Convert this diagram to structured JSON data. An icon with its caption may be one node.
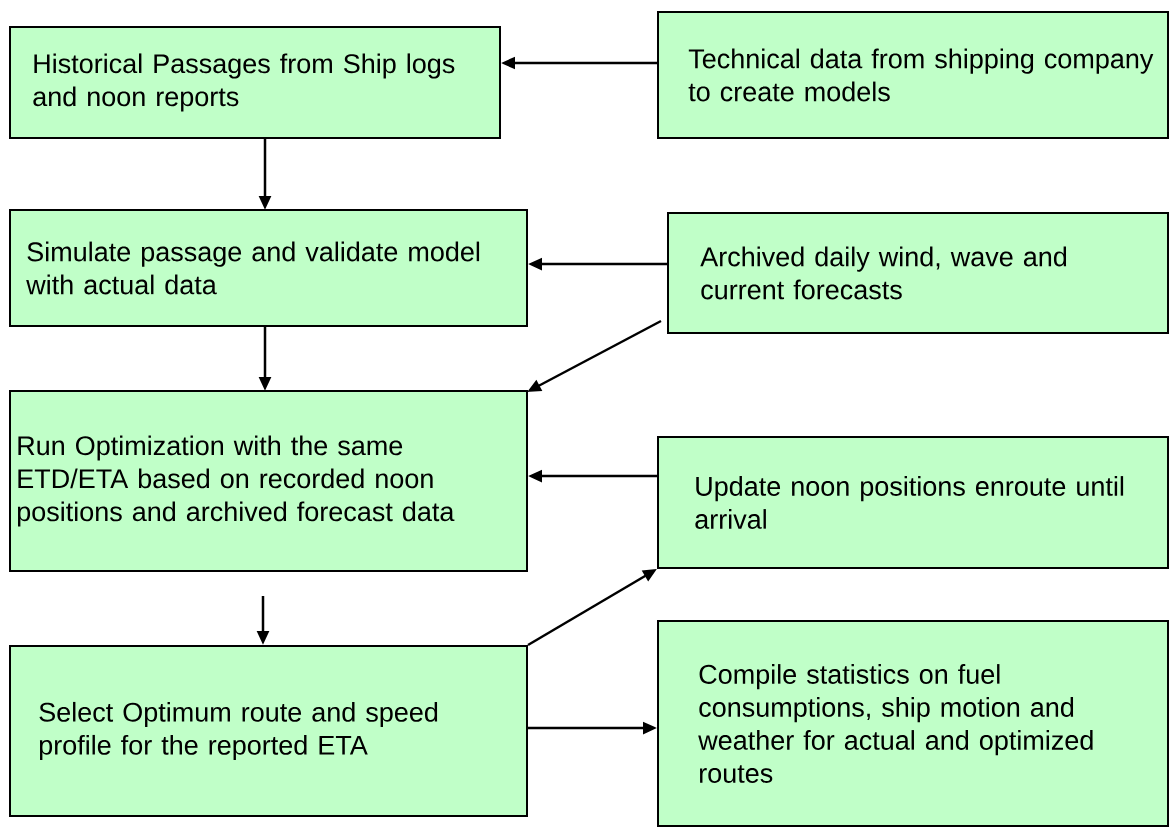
{
  "diagram": {
    "nodes": [
      {
        "text": [
          "Historical Passages from Ship logs and noon reports"
        ]
      },
      {
        "text": [
          "Technical data from shipping company to create models"
        ]
      },
      {
        "text": [
          "Simulate passage and validate model with actual data"
        ]
      },
      {
        "text": [
          "Archived daily wind, wave and current forecasts"
        ]
      },
      {
        "text": [
          "Run Optimization with the same ETD/ETA based on recorded noon positions and archived forecast data"
        ]
      },
      {
        "text": [
          "Update noon positions enroute until arrival"
        ]
      },
      {
        "text": [
          "Select Optimum route and speed profile for the reported ETA"
        ]
      },
      {
        "text": [
          "Compile statistics on fuel consumptions, ship motion and weather for actual and optimized routes"
        ]
      }
    ],
    "edges": [
      {
        "from": 1,
        "to": 0,
        "arrow": "to"
      },
      {
        "from": 0,
        "to": 2,
        "arrow": "to"
      },
      {
        "from": 3,
        "to": 2,
        "arrow": "to"
      },
      {
        "from": 3,
        "to": 4,
        "arrow": "to"
      },
      {
        "from": 2,
        "to": 4,
        "arrow": "to"
      },
      {
        "from": 5,
        "to": 4,
        "arrow": "to"
      },
      {
        "from": 4,
        "to": 6,
        "arrow": "to"
      },
      {
        "from": 6,
        "to": 5,
        "arrow": "to"
      },
      {
        "from": 6,
        "to": 7,
        "arrow": "to"
      }
    ]
  }
}
